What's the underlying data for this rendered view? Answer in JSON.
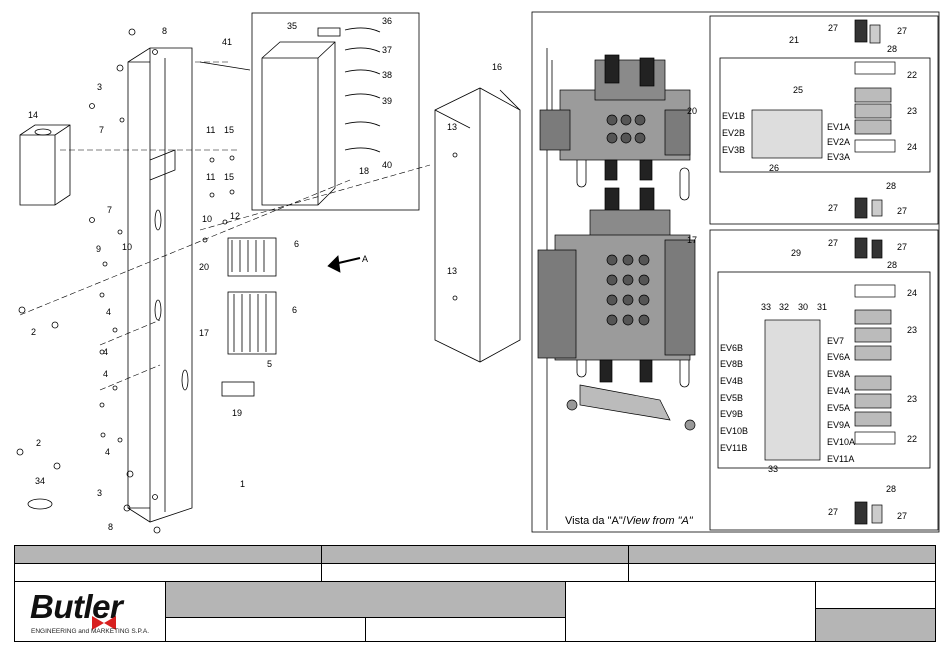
{
  "drawing": {
    "view_title": {
      "main": "Vista da \"A\"/",
      "italic": "View from \"A\""
    },
    "arrow_label": "A",
    "callouts_left": [
      "8",
      "3",
      "7",
      "14",
      "11",
      "15",
      "11",
      "15",
      "10",
      "12",
      "9",
      "10",
      "7",
      "4",
      "4",
      "2",
      "4",
      "4",
      "2",
      "34",
      "3",
      "8",
      "1",
      "41",
      "35",
      "36",
      "37",
      "38",
      "39",
      "40",
      "18",
      "16",
      "13",
      "13",
      "20",
      "17",
      "6",
      "6",
      "5",
      "19"
    ],
    "callouts_right": [
      "20",
      "17",
      "27",
      "27",
      "28",
      "21",
      "25",
      "22",
      "23",
      "24",
      "26",
      "28",
      "27",
      "27",
      "27",
      "27",
      "28",
      "29",
      "24",
      "23",
      "23",
      "22",
      "28",
      "27",
      "27",
      "33",
      "32",
      "30",
      "31",
      "33"
    ],
    "valve_labels_top": {
      "left": [
        "EV1B",
        "EV2B",
        "EV3B"
      ],
      "right": [
        "EV1A",
        "EV2A",
        "EV3A"
      ]
    },
    "valve_labels_bottom": {
      "left": [
        "EV6B",
        "EV8B",
        "EV4B",
        "EV5B",
        "EV9B",
        "EV10B",
        "EV11B"
      ],
      "right": [
        "EV7",
        "EV6A",
        "EV8A",
        "EV4A",
        "EV5A",
        "EV9A",
        "EV10A",
        "EV11A"
      ]
    }
  },
  "title_block": {
    "logo": {
      "name": "Butler",
      "sub": "ENGINEERING and MARKETING S.P.A."
    }
  }
}
